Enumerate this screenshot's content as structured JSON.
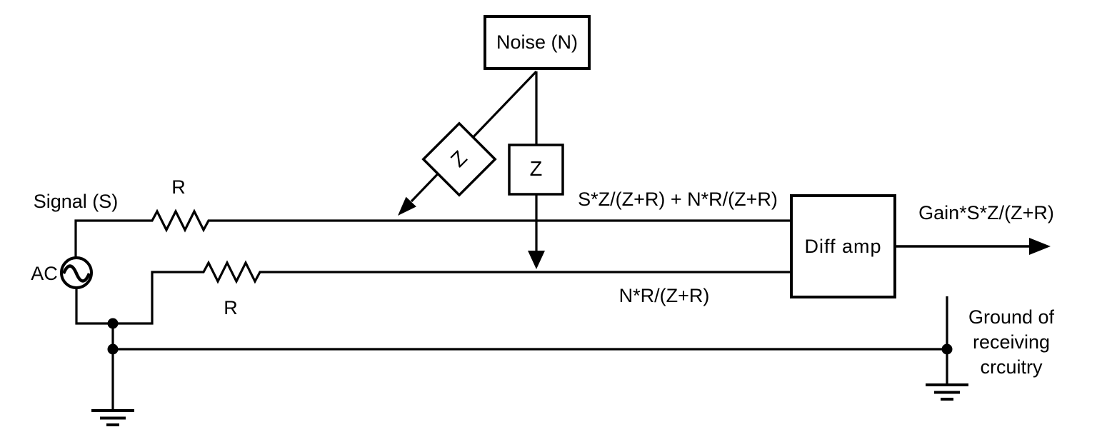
{
  "diagram": {
    "nodes": {
      "noise_box": "Noise (N)",
      "signal_source": "Signal (S)",
      "ac_source": "AC",
      "resistor_top": "R",
      "resistor_bottom": "R",
      "impedance_diagonal": "Z",
      "impedance_vertical": "Z",
      "diff_amp": "Diff amp"
    },
    "equations": {
      "top_line": "S*Z/(Z+R) + N*R/(Z+R)",
      "bottom_line": "N*R/(Z+R)",
      "output": "Gain*S*Z/(Z+R)"
    },
    "annotations": {
      "ground_note": "Ground of\nreceiving\ncrcuitry"
    },
    "colors": {
      "stroke": "#000000",
      "background": "#ffffff"
    }
  }
}
